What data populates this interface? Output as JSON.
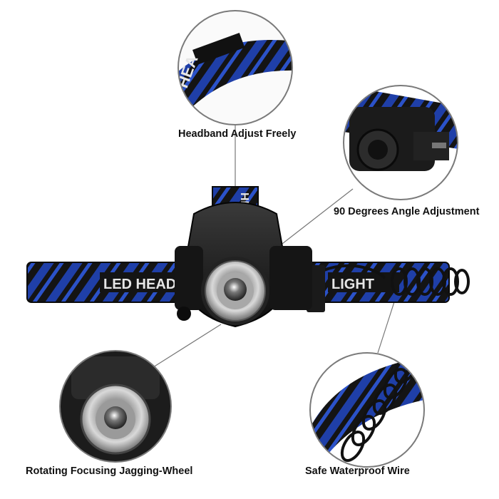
{
  "labels": {
    "headband": "Headband Adjust Freely",
    "angle": "90 Degrees Angle Adjustment",
    "wheel": "Rotating Focusing Jagging-Wheel",
    "wire": "Safe Waterproof Wire"
  },
  "band_text": {
    "left": "LED HEAD",
    "right": "LIGHT",
    "vertical": "HEAD",
    "top_inset": "HEA"
  },
  "colors": {
    "band_blue": "#1f3fa8",
    "band_black": "#141414",
    "body_black": "#1a1a1a",
    "lens_silver": "#c9c9c9",
    "leader_line": "#777777",
    "band_text": "#e6e6e6"
  },
  "icons": [
    "headlamp-product-photo",
    "zoom-lens-icon",
    "coiled-wire-icon"
  ]
}
